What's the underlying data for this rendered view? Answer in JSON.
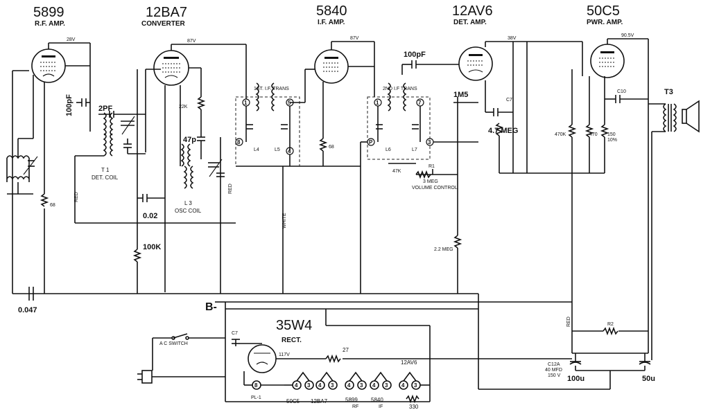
{
  "tubes": [
    {
      "type": "5899",
      "role": "R.F. AMP."
    },
    {
      "type": "12BA7",
      "role": "CONVERTER"
    },
    {
      "type": "5840",
      "role": "I.F. AMP."
    },
    {
      "type": "12AV6",
      "role": "DET. AMP."
    },
    {
      "type": "50C5",
      "role": "PWR. AMP."
    }
  ],
  "rectifier": {
    "type": "35W4",
    "role": "RECT."
  },
  "labels": {
    "c_100pf_1": "100pF",
    "c_2pf": "2PF",
    "c_100pf_2": "100pF",
    "c_47p": "47p",
    "r_1m5": "1M5",
    "r_47meg": "4.7 MEG",
    "c_002": "0.02",
    "r_100k": "100K",
    "c_0047": "0.047",
    "b_minus": "B-",
    "r_27": "27",
    "r_330": "330",
    "c_100u": "100u",
    "c_50u": "50u",
    "t1_name": "T 1",
    "t1_desc": "DET. COIL",
    "l3_name": "L 3",
    "l3_desc": "OSC COIL",
    "if1": "1ST. I.F. TRANS",
    "if2": "2ND I.F TRANS",
    "volume": "VOLUME CONTROL",
    "r_3meg": "3 MEG",
    "r1": "R1",
    "r_47k": "47K",
    "r_22meg": "2.2 MEG",
    "r_470k": "470K",
    "r_470": "470",
    "r_150": "150",
    "r_150b": "10%",
    "t3": "T3",
    "c12a": "C12A",
    "c12a_val": "40 MFD",
    "c12a_v": "150 V",
    "ac_switch": "A C SWITCH",
    "pl1": "PL-1",
    "red": "RED",
    "white": "WHITE",
    "r_68": "68",
    "r_22k": "22K",
    "v28": "28V",
    "v87a": "87V",
    "v87b": "87V",
    "v38": "38V",
    "v90": "90.5V",
    "v117": "117V",
    "c7": "C7",
    "c10": "C10",
    "r2": "R2",
    "l4": "L4",
    "l5": "L5",
    "l6": "L6",
    "l7": "L7"
  },
  "heater_string": [
    {
      "pins": [
        "4",
        "3"
      ],
      "tube": "50C5",
      "note": ""
    },
    {
      "pins": [
        "4",
        "3"
      ],
      "tube": "12BA7",
      "note": ""
    },
    {
      "pins": [
        "4",
        "3"
      ],
      "tube": "5899",
      "note": "RF"
    },
    {
      "pins": [
        "4",
        "3"
      ],
      "tube": "5840",
      "note": "IF"
    },
    {
      "pins": [
        "4",
        "3"
      ],
      "tube": "12AV6",
      "note": ""
    }
  ]
}
